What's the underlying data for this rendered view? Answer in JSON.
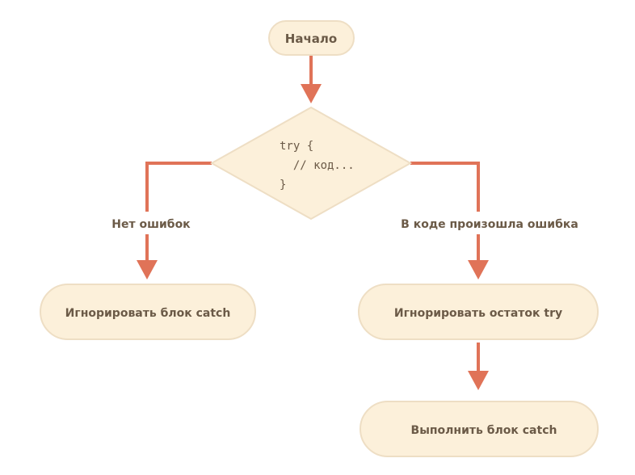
{
  "diagram": {
    "start": "Начало",
    "decision": {
      "line1": "try {",
      "line2": "  // код...",
      "line3": "}"
    },
    "branch_no_error": "Нет ошибок",
    "branch_error": "В коде произошла ошибка",
    "ignore_catch": "Игнорировать блок catch",
    "ignore_try_rest": "Игнорировать остаток try",
    "run_catch": "Выполнить блок catch"
  },
  "colors": {
    "node_fill": "#fcf0da",
    "node_stroke": "#eedec4",
    "connector": "#e07358",
    "text": "#6b5a47"
  }
}
